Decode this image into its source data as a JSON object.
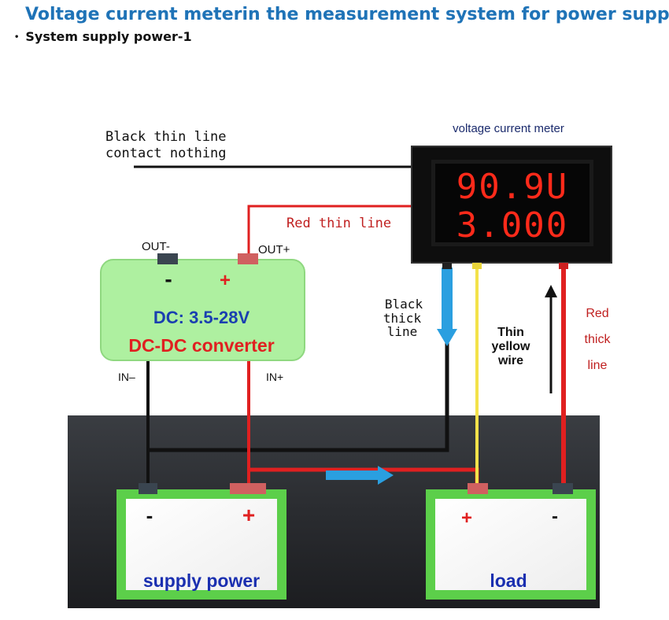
{
  "title": "Voltage current meterin the measurement system for power supply",
  "subtitle": "System supply power-1",
  "meter": {
    "label": "voltage  current meter",
    "voltage_reading": "90.9U",
    "current_reading": "3.000"
  },
  "annotations": {
    "black_thin_line_1": "Black thin line",
    "black_thin_line_2": "contact nothing",
    "red_thin_line": "Red thin line",
    "black_thick_1": "Black",
    "black_thick_2": "thick",
    "black_thick_3": "line",
    "thin_yellow_1": "Thin",
    "thin_yellow_2": "yellow",
    "thin_yellow_3": "wire",
    "red_thick_1": "Red",
    "red_thick_2": "thick",
    "red_thick_3": "line"
  },
  "converter": {
    "out_minus": "OUT-",
    "out_plus": "OUT+",
    "minus": "-",
    "plus": "+",
    "voltage_range": "DC: 3.5-28V",
    "name": "DC-DC converter",
    "in_minus": "IN–",
    "in_plus": "IN+"
  },
  "supply": {
    "minus": "-",
    "plus": "+",
    "label": "supply power"
  },
  "load": {
    "plus": "+",
    "minus": "-",
    "label": "load"
  },
  "colors": {
    "title": "#1f73b7",
    "red_wire": "#e02020",
    "yellow_wire": "#f3e24a",
    "blue_arrow": "#2a9fe0",
    "green_box": "#5ccf4a",
    "converter_fill": "#aef0a0",
    "segment_red": "#ff2a1a"
  }
}
